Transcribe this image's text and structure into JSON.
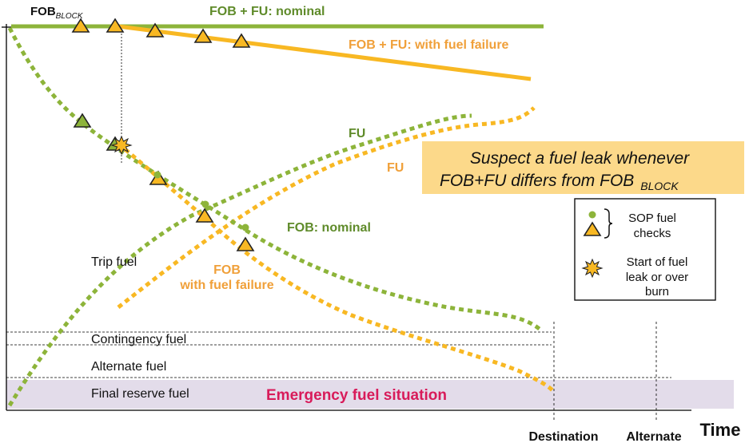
{
  "title_axis": {
    "fob_block_main": "FOB",
    "fob_block_sub": "BLOCK",
    "x_axis_label": "Time",
    "destination": "Destination",
    "alternate": "Alternate"
  },
  "curve_labels": {
    "fob_fu_nominal": "FOB + FU: nominal",
    "fob_fu_failure": "FOB + FU: with fuel failure",
    "fu_nominal": "FU",
    "fu_failure": "FU",
    "fob_nominal": "FOB: nominal",
    "fob_failure_line1": "FOB",
    "fob_failure_line2": "with fuel failure"
  },
  "fuel_levels": {
    "trip": "Trip fuel",
    "contingency": "Contingency fuel",
    "alternate": "Alternate fuel",
    "final_reserve": "Final reserve fuel",
    "emergency": "Emergency fuel situation"
  },
  "callout": {
    "line1": "Suspect a fuel leak whenever",
    "line2": "FOB+FU differs from FOB",
    "line2_sub": "BLOCK"
  },
  "legend": {
    "checks_line1": "SOP fuel",
    "checks_line2": "checks",
    "leak_line1": "Start of fuel",
    "leak_line2": "leak or over",
    "leak_line3": "burn"
  },
  "colors": {
    "green": "#8db43a",
    "green_text": "#5f8b2a",
    "orange": "#f8b823",
    "orange_text": "#f0a03a",
    "emergency_text": "#d81b5a",
    "emergency_band": "#e3dcea",
    "callout_bg": "#fcd98a"
  }
}
